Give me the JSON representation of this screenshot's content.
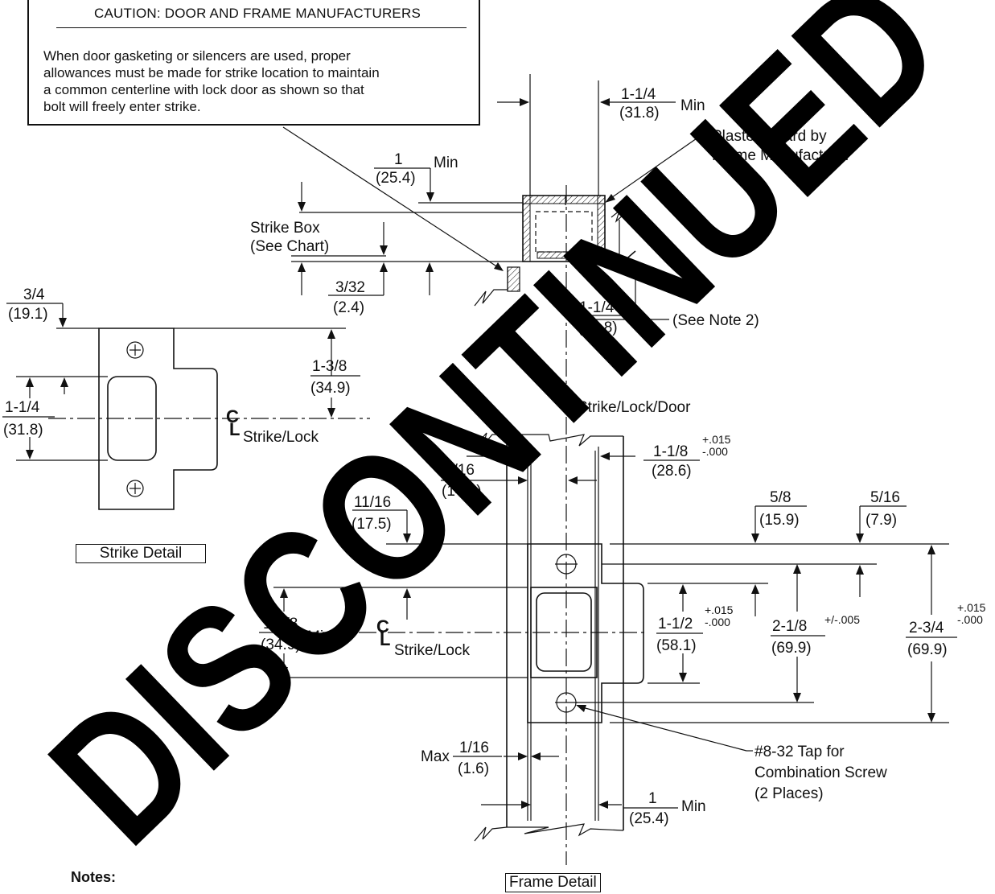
{
  "caution": {
    "title": "CAUTION: DOOR AND FRAME MANUFACTURERS",
    "lines": [
      "When door gasketing or silencers are used, proper",
      "allowances must be made for strike location to maintain",
      "a common centerline with lock door as shown so that",
      "bolt will freely enter strike."
    ]
  },
  "top_section": {
    "dim_1_1_4_min": {
      "num": "1-1/4",
      "mm": "(31.8)",
      "suffix": "Min"
    },
    "plaster_guard": [
      "Plaster Guard by",
      "Frame Manufacturer"
    ],
    "dim_1_min": {
      "num": "1",
      "mm": "(25.4)",
      "suffix": "Min"
    },
    "strike_box": [
      "Strike Box",
      "(See Chart)"
    ],
    "dim_3_32": {
      "num": "3/32",
      "mm": "(2.4)"
    },
    "dim_1_1_4_note": {
      "num": "1-1/4",
      "mm": "(31.8)",
      "note": "(See Note 2)"
    },
    "centerline_label": "Strike/Lock/Door"
  },
  "strike_detail": {
    "title": "Strike Detail",
    "dim_3_4": {
      "num": "3/4",
      "mm": "(19.1)"
    },
    "dim_1_3_8": {
      "num": "1-3/8",
      "mm": "(34.9)"
    },
    "dim_1_1_4": {
      "num": "1-1/4",
      "mm": "(31.8)"
    },
    "centerline_label": "Strike/Lock"
  },
  "frame_detail": {
    "title": "Frame Detail",
    "dim_1_1_8": {
      "num": "1-1/8",
      "mm": "(28.6)",
      "tol_plus": "+.015",
      "tol_minus": "-.000"
    },
    "dim_9_16": {
      "num": "9/16",
      "mm": "(14.3)"
    },
    "dim_11_16": {
      "num": "11/16",
      "mm": "(17.5)"
    },
    "dim_5_8": {
      "num": "5/8",
      "mm": "(15.9)"
    },
    "dim_5_16": {
      "num": "5/16",
      "mm": "(7.9)"
    },
    "dim_1_3_8_min": {
      "num": "1-3/8",
      "mm": "(34.9)",
      "suffix": "Min"
    },
    "centerline_label": "Strike/Lock",
    "dim_1_1_2": {
      "num": "1-1/2",
      "mm": "(58.1)",
      "tol_plus": "+.015",
      "tol_minus": "-.000"
    },
    "dim_2_1_8": {
      "num": "2-1/8",
      "mm": "(69.9)",
      "tol": "+/-.005"
    },
    "dim_2_3_4": {
      "num": "2-3/4",
      "mm": "(69.9)",
      "tol_plus": "+.015",
      "tol_minus": "-.000"
    },
    "dim_max_1_16": {
      "prefix": "Max",
      "num": "1/16",
      "mm": "(1.6)"
    },
    "tap_note": [
      "#8-32 Tap for",
      "Combination Screw",
      "(2 Places)"
    ],
    "dim_1_min": {
      "num": "1",
      "mm": "(25.4)",
      "suffix": "Min"
    }
  },
  "centerline_symbol": "C",
  "centerline_symbol_sub": "L",
  "notes_label": "Notes:",
  "watermark": "DISCONTINUED"
}
